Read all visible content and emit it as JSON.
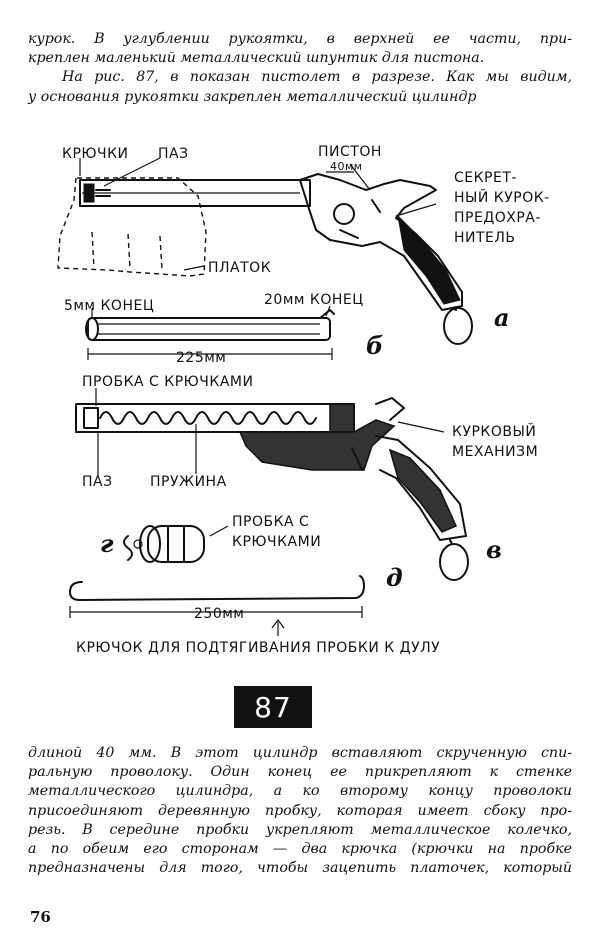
{
  "top_text": [
    "курок. В углублении рукоятки, в верхней ее части, при-",
    "креплен маленький металлический шпунтик для пистона.",
    "На рис. 87, в показан пистолет в разрезе. Как мы видим,",
    "у основания рукоятки закреплен металлический цилиндр"
  ],
  "figure": {
    "labels": {
      "hooks": "КРЮЧКИ",
      "groove": "ПАЗ",
      "piston": "ПИСТОН",
      "dim_40": "40мм",
      "secret_trigger": [
        "СЕКРЕТ-",
        "НЫЙ КУРОК-",
        "ПРЕДОХРА-",
        "НИТЕЛЬ"
      ],
      "handkerchief": "ПЛАТОК",
      "end_5mm": "5мм КОНЕЦ",
      "end_20mm": "20мм КОНЕЦ",
      "dim_225": "225мм",
      "plug_hooks": "ПРОБКА С КРЮЧКАМИ",
      "trigger_mech": [
        "КУРКОВЫЙ",
        "МЕХАНИЗМ"
      ],
      "groove2": "ПАЗ",
      "spring": "ПРУЖИНА",
      "plug_hooks2": [
        "ПРОБКА С",
        "КРЮЧКАМИ"
      ],
      "dim_250": "250мм",
      "hook_caption": "КРЮЧОК ДЛЯ ПОДТЯГИВАНИЯ ПРОБКИ К ДУЛУ"
    },
    "letters": {
      "a": "а",
      "b": "б",
      "v": "в",
      "g": "г",
      "d": "д"
    },
    "number": "87"
  },
  "bottom_text": [
    "длиной 40 мм. В этот цилиндр вставляют скрученную спи-",
    "ральную проволоку. Один конец ее прикрепляют к стенке",
    "металлического цилиндра, а ко второму концу проволоки",
    "присоединяют деревянную пробку, которая имеет сбоку про-",
    "резь. В середине пробки укрепляют металлическое колечко,",
    "а по обеим его сторонам — два крючка (крючки на пробке",
    "предназначены для того, чтобы зацепить платочек, который"
  ],
  "page_number": "76"
}
